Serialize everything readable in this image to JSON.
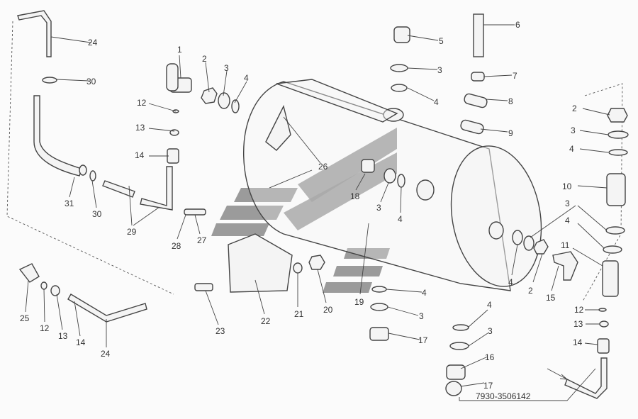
{
  "title": "Receiver assembly exploded view",
  "part_number": "7930-3506142",
  "labels": [
    "24",
    "30",
    "31",
    "30",
    "29",
    "12",
    "13",
    "14",
    "1",
    "2",
    "3",
    "4",
    "28",
    "27",
    "25",
    "12",
    "13",
    "14",
    "24",
    "23",
    "22",
    "21",
    "20",
    "19",
    "26",
    "18",
    "3",
    "4",
    "5",
    "3",
    "4",
    "6",
    "7",
    "8",
    "9",
    "4",
    "3",
    "17",
    "4",
    "3",
    "16",
    "17",
    "2",
    "3",
    "4",
    "10",
    "3",
    "4",
    "11",
    "4",
    "2",
    "15",
    "12",
    "13",
    "14"
  ],
  "colors": {
    "line": "#444444",
    "logo": "#8a8a8a",
    "background": "#fbfbfb"
  }
}
